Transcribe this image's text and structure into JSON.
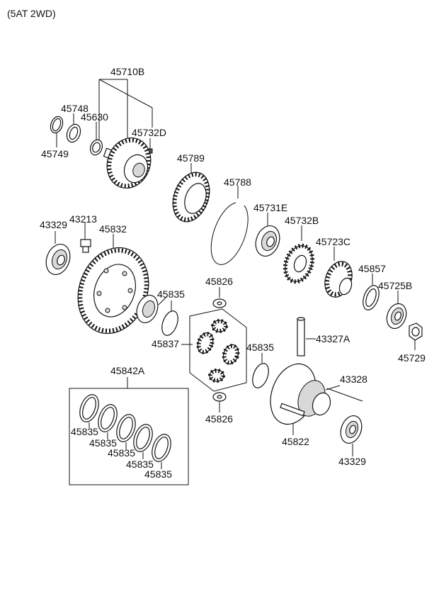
{
  "header": "(5AT 2WD)",
  "parts": {
    "p45710B": "45710B",
    "p45748": "45748",
    "p45630": "45630",
    "p45732D": "45732D",
    "p45749": "45749",
    "p45789": "45789",
    "p45788": "45788",
    "p45731E": "45731E",
    "p45732B": "45732B",
    "p45723C": "45723C",
    "p43329a": "43329",
    "p43213": "43213",
    "p45832": "45832",
    "p45857": "45857",
    "p45725B": "45725B",
    "p45835a": "45835",
    "p45826a": "45826",
    "p45837": "45837",
    "p43327A": "43327A",
    "p45835b": "45835",
    "p45729": "45729",
    "p45842A": "45842A",
    "p43328": "43328",
    "p45826b": "45826",
    "p45822": "45822",
    "p43329b": "43329",
    "k1": "45835",
    "k2": "45835",
    "k3": "45835",
    "k4": "45835",
    "k5": "45835"
  }
}
